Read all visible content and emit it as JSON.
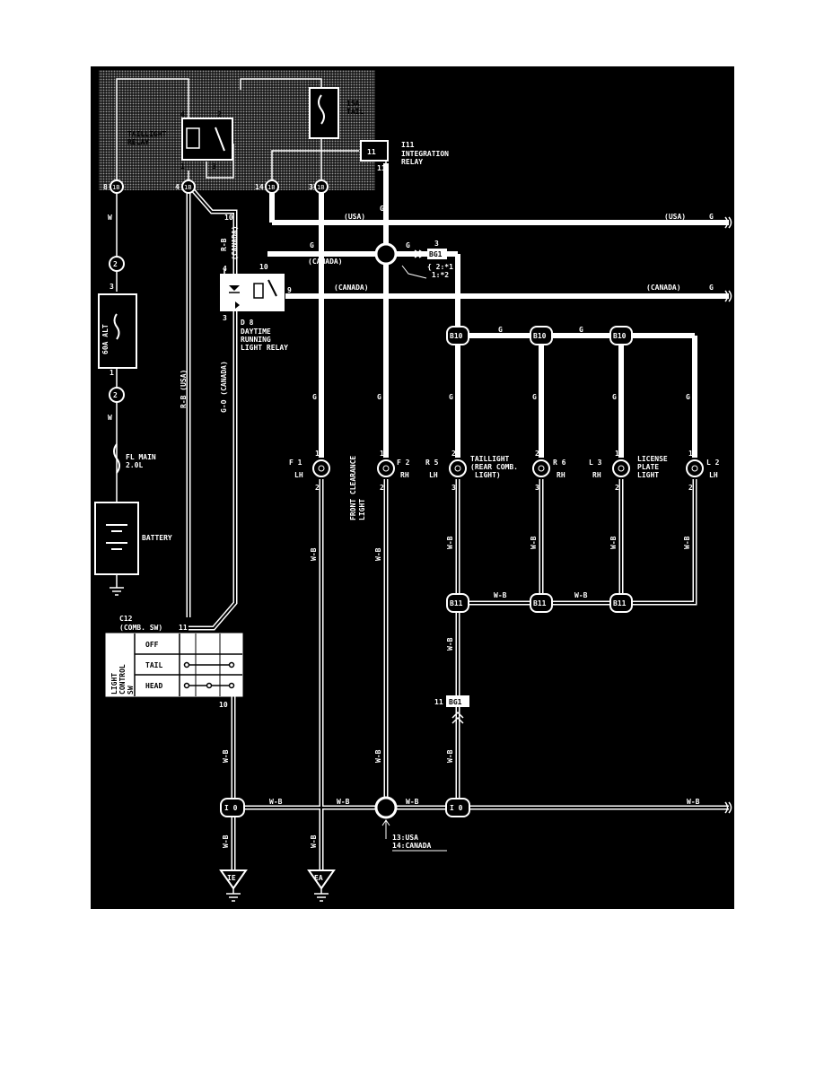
{
  "colors": {
    "background": "#000000",
    "wire": "#ffffff",
    "shade": "#8a8a8a",
    "page": "#ffffff"
  },
  "relays": {
    "taillight": "TAILLIGHT\nRELAY",
    "integration_id": "I11",
    "integration": "INTEGRATION\nRELAY",
    "drl_id": "D 8",
    "drl": "DAYTIME\nRUNNING\nLIGHT RELAY"
  },
  "fuses": {
    "tail": "15A\nTAIL",
    "alt": "60A ALT",
    "fl_main": "FL MAIN\n2.0L"
  },
  "battery": "BATTERY",
  "connectors": {
    "c1": "1B",
    "c2": "1B",
    "c3": "1B",
    "c4": "1B",
    "c5": "1B",
    "c6": "2",
    "c7": "2",
    "b10": "B10",
    "b11": "B11",
    "bg1": "BG1",
    "i10": "I 0"
  },
  "pins": [
    "4",
    "2",
    "1",
    "3",
    "11",
    "11",
    "8",
    "4",
    "14",
    "3",
    "2",
    "1",
    "10",
    "4",
    "3",
    "9",
    "3",
    "1",
    "2",
    "1",
    "2",
    "2",
    "3",
    "2",
    "3",
    "1",
    "2",
    "1",
    "2",
    "11",
    "10",
    "11"
  ],
  "wires": {
    "w": "W",
    "rb": "R-B",
    "g": "G",
    "go": "G-O",
    "wb": "W-B",
    "usa": "(USA)",
    "canada": "(CANADA)",
    "rb_usa": "R-B  (USA)",
    "go_canada": "G-O  (CANADA)"
  },
  "pin_note": "{ 2:*1\n  1:*2",
  "lamps": {
    "f1": {
      "id": "F 1",
      "side": "LH"
    },
    "f2": {
      "id": "F 2",
      "side": "RH"
    },
    "r5": {
      "id": "R 5",
      "side": "LH"
    },
    "r6": {
      "id": "R 6",
      "side": "RH"
    },
    "l3": {
      "id": "L 3",
      "side": "RH"
    },
    "l2": {
      "id": "L 2",
      "side": "LH"
    }
  },
  "lamp_groups": {
    "front": "FRONT CLEARANCE\nLIGHT",
    "taillight": "TAILLIGHT\n(REAR COMB.\n LIGHT)",
    "license": "LICENSE\nPLATE\nLIGHT"
  },
  "switch": {
    "id": "C12",
    "sub": "(COMB. SW)",
    "title": "LIGHT\nCONTROL\nSW",
    "rows": [
      "OFF",
      "TAIL",
      "HEAD"
    ]
  },
  "grounds": {
    "ie": "IE",
    "ea": "EA"
  },
  "splice_note": "13:USA\n14:CANADA"
}
